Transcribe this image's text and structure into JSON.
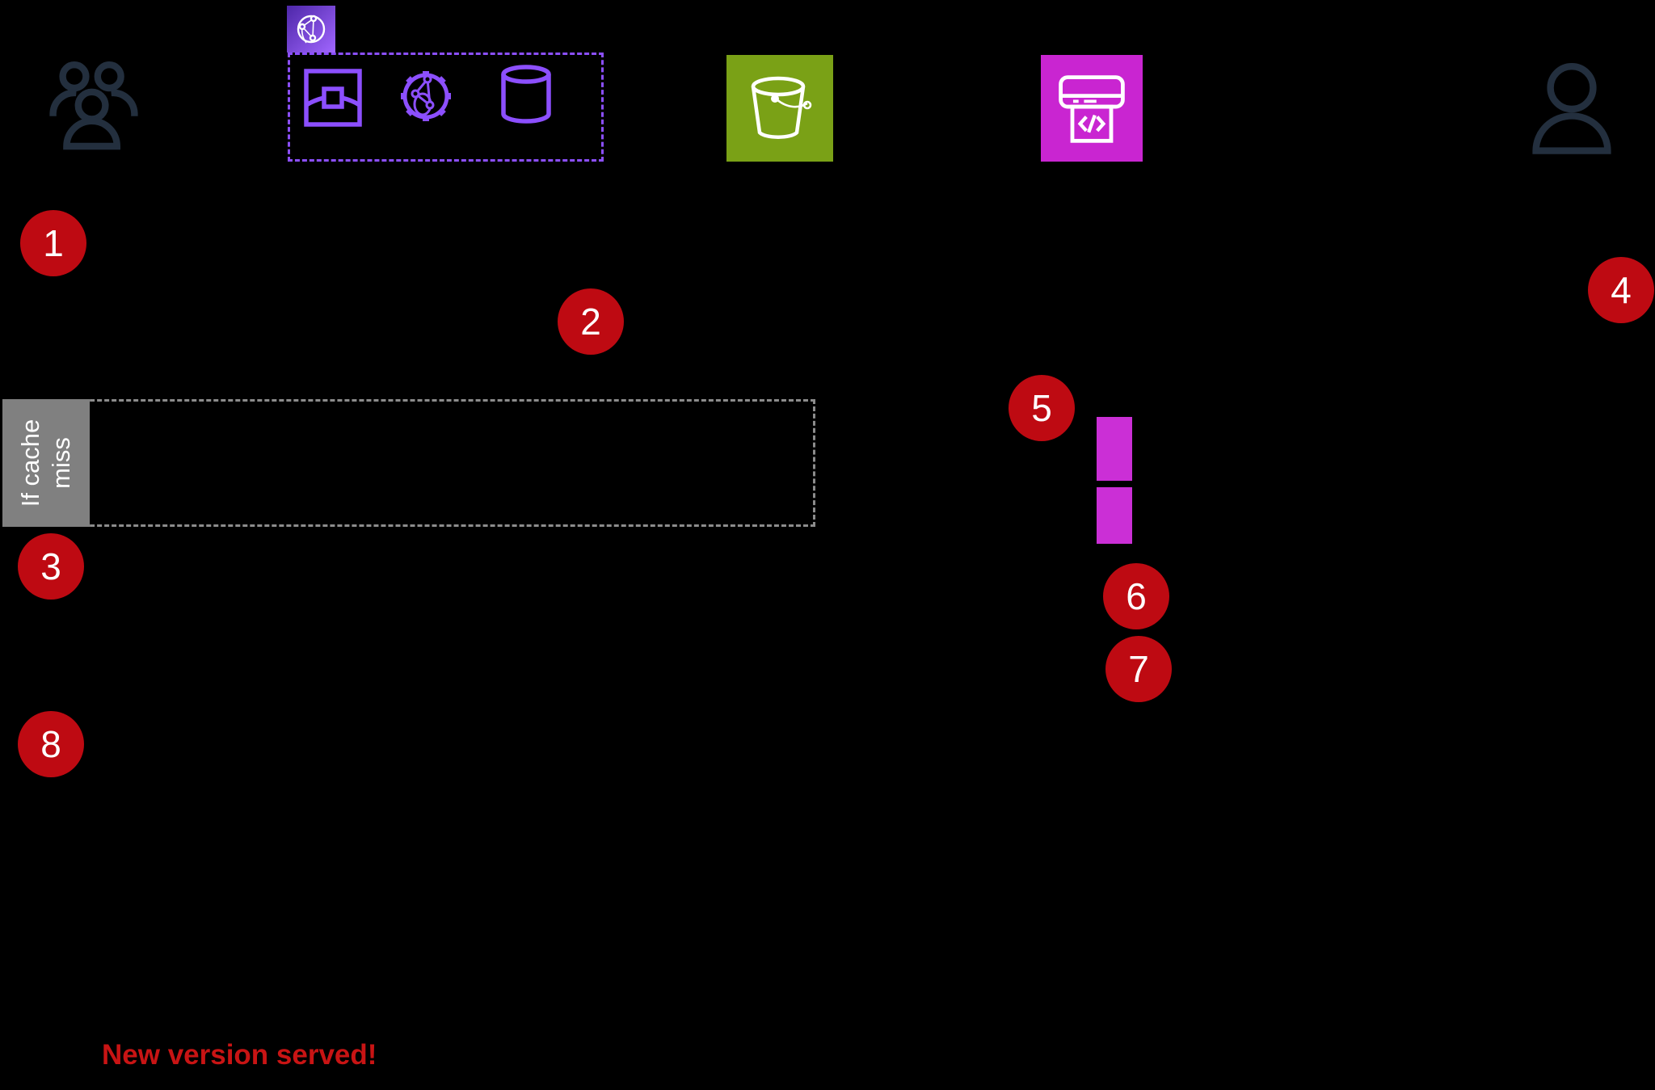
{
  "colors": {
    "background": "#000000",
    "aws_purple": "#8C4FFF",
    "badge_gradient_start": "#4D27A8",
    "badge_gradient_end": "#A166FF",
    "s3_green": "#7AA116",
    "cloudshell_magenta": "#C925D1",
    "activation_magenta": "#CB2FD6",
    "people_slate": "#232F3E",
    "step_red": "#BE0A12",
    "note_red": "#C81414",
    "gray": "#8C8C8C",
    "gray_fill": "#808080"
  },
  "actors": {
    "users": {
      "icon": "users-icon"
    },
    "cloudfront_group": {
      "badge_icon": "cloudfront-icon",
      "member_icons": [
        "edge-location-icon",
        "cloudfront-functions-icon",
        "regional-cache-icon"
      ]
    },
    "s3": {
      "icon": "s3-bucket-icon"
    },
    "cloudshell": {
      "icon": "cloudshell-icon"
    },
    "developer": {
      "icon": "person-icon"
    }
  },
  "steps": [
    {
      "label": "1"
    },
    {
      "label": "2"
    },
    {
      "label": "3"
    },
    {
      "label": "4"
    },
    {
      "label": "5"
    },
    {
      "label": "6"
    },
    {
      "label": "7"
    },
    {
      "label": "8"
    }
  ],
  "condition_label": {
    "line1": "If cache",
    "line2": "miss"
  },
  "activations": [
    {
      "name": "activation-bar-1"
    },
    {
      "name": "activation-bar-2"
    }
  ],
  "note": {
    "text": "New version served!"
  }
}
